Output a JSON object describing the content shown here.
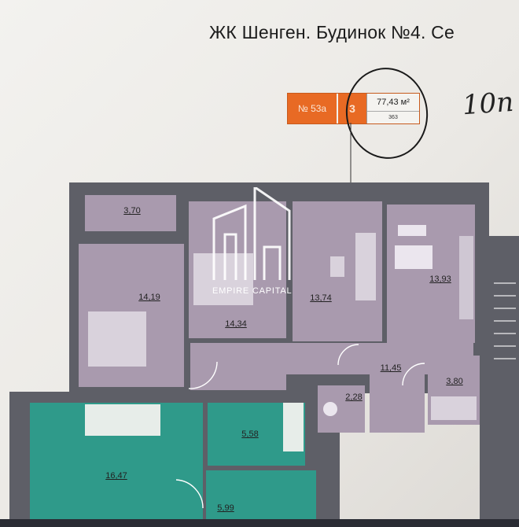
{
  "header": {
    "title": "ЖК Шенген. Будинок №4. Се"
  },
  "badge": {
    "number": "№ 53а",
    "rooms": "3",
    "area": "77,43 м²",
    "code": "363"
  },
  "handwriting": "10п",
  "watermark": {
    "text": "EMPIRE CAPITAL"
  },
  "rooms": [
    {
      "area": "3,70"
    },
    {
      "area": "14,19"
    },
    {
      "area": "14,34"
    },
    {
      "area": "13,74"
    },
    {
      "area": "13,93"
    },
    {
      "area": "11,45"
    },
    {
      "area": "2,28"
    },
    {
      "area": "3,80"
    },
    {
      "area": "5,58"
    },
    {
      "area": "16,47"
    },
    {
      "area": "5,99"
    }
  ],
  "colors": {
    "room_fill": "#a99aae",
    "neighbor_fill": "#2f9a8a",
    "badge": "#e86a24",
    "wall": "#5e5f67"
  }
}
